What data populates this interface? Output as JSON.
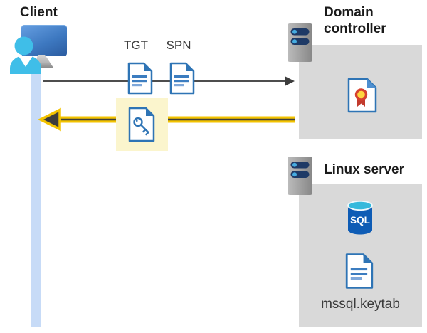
{
  "client": {
    "label": "Client"
  },
  "tickets": {
    "tgt_label": "TGT",
    "spn_label": "SPN"
  },
  "domain_controller": {
    "label": "Domain controller"
  },
  "linux_server": {
    "label": "Linux server",
    "sql_badge": "SQL",
    "keytab_filename": "mssql.keytab"
  },
  "colors": {
    "accent_yellow": "#F3C300",
    "ticket_highlight": "#FBF5CD",
    "doc_blue": "#2E74B5",
    "doc_line_blue": "#7FA8DA",
    "person_cyan": "#3FBEE8",
    "monitor_blue": "#3D78C0",
    "box_gray": "#D9D9D9",
    "arrow_gray": "#4D4D4D",
    "lifeline_blue": "#C7DBF7",
    "server_bar_navy": "#1E3A66",
    "server_dot_blue": "#46ACE0",
    "sql_blue": "#0E5CB5",
    "sql_top_cyan": "#35B9DC",
    "cert_red": "#D6402F",
    "cert_gold": "#FFD53E"
  }
}
